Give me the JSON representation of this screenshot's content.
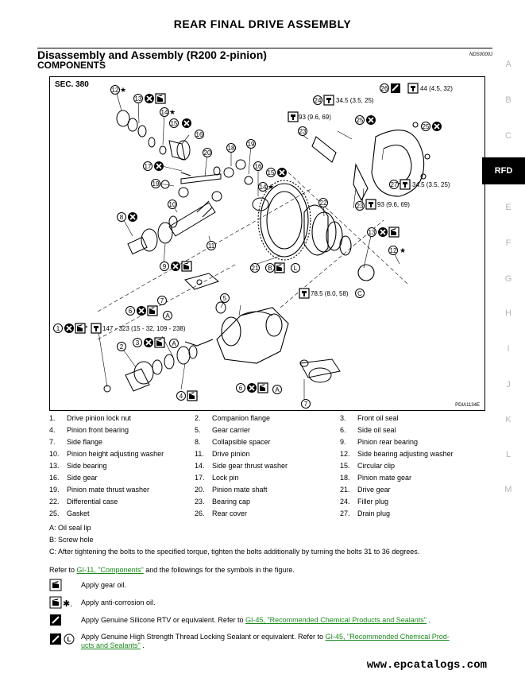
{
  "page": {
    "title": "REAR FINAL DRIVE ASSEMBLY",
    "section_heading": "Disassembly and Assembly (R200 2-pinion)",
    "subheading": "COMPONENTS",
    "doc_code": "NDS0000J",
    "watermark": "www.epcatalogs.com"
  },
  "sidebar": {
    "letters": [
      "A",
      "B",
      "C",
      "RFD",
      "E",
      "F",
      "G",
      "H",
      "I",
      "J",
      "K",
      "L",
      "M"
    ],
    "active": "RFD"
  },
  "figure": {
    "section_label": "SEC. 380",
    "figure_code": "PDIA1134E",
    "torques": {
      "t44": "44 (4.5, 32)",
      "t345a": "34.5 (3.5, 25)",
      "t93a": "93 (9.6, 69)",
      "t345b": "34.5 (3.5, 25)",
      "t93b": "93 (9.6, 69)",
      "t785": "78.5 (8.0, 58)",
      "t147": "147 - 323 (15 - 32, 109 - 238)"
    },
    "callouts": {
      "n1": "1",
      "n2": "2",
      "n3": "3",
      "n4": "4",
      "n5": "5",
      "n6": "6",
      "n7": "7",
      "n8": "8",
      "n9": "9",
      "n10": "10",
      "n11": "11",
      "n12": "12",
      "n13": "13",
      "n14": "14",
      "n15": "15",
      "n16": "16",
      "n17": "17",
      "n18": "18",
      "n19": "19",
      "n20": "20",
      "n21": "21",
      "n22": "22",
      "n23": "23",
      "n24": "24",
      "n25": "25",
      "n26": "26",
      "n27": "27",
      "A": "A",
      "B": "B",
      "L": "L",
      "C": "C"
    }
  },
  "legend": [
    {
      "num": "1.",
      "label": "Drive pinion lock nut"
    },
    {
      "num": "2.",
      "label": "Companion flange"
    },
    {
      "num": "3.",
      "label": "Front oil seal"
    },
    {
      "num": "4.",
      "label": "Pinion front bearing"
    },
    {
      "num": "5.",
      "label": "Gear carrier"
    },
    {
      "num": "6.",
      "label": "Side oil seal"
    },
    {
      "num": "7.",
      "label": "Side flange"
    },
    {
      "num": "8.",
      "label": "Collapsible spacer"
    },
    {
      "num": "9.",
      "label": "Pinion rear bearing"
    },
    {
      "num": "10.",
      "label": "Pinion height adjusting washer"
    },
    {
      "num": "11.",
      "label": "Drive pinion"
    },
    {
      "num": "12.",
      "label": "Side bearing adjusting washer"
    },
    {
      "num": "13.",
      "label": "Side bearing"
    },
    {
      "num": "14.",
      "label": "Side gear thrust washer"
    },
    {
      "num": "15.",
      "label": "Circular clip"
    },
    {
      "num": "16.",
      "label": "Side gear"
    },
    {
      "num": "17.",
      "label": "Lock pin"
    },
    {
      "num": "18.",
      "label": "Pinion mate gear"
    },
    {
      "num": "19.",
      "label": "Pinion mate thrust washer"
    },
    {
      "num": "20.",
      "label": "Pinion mate shaft"
    },
    {
      "num": "21.",
      "label": "Drive gear"
    },
    {
      "num": "22.",
      "label": "Differential case"
    },
    {
      "num": "23.",
      "label": "Bearing cap"
    },
    {
      "num": "24.",
      "label": "Filler plug"
    },
    {
      "num": "25.",
      "label": "Gasket"
    },
    {
      "num": "26.",
      "label": "Rear cover"
    },
    {
      "num": "27.",
      "label": "Drain plug"
    }
  ],
  "notes": {
    "a": "A: Oil seal lip",
    "b": "B: Screw hole",
    "c": "C: After tightening the bolts to the specified torque, tighten the bolts additionally by turning the bolts 31 to 36 degrees."
  },
  "refer": {
    "pre": "Refer to ",
    "link": "GI-11, \"Components\"",
    "post": " and the followings for the symbols in the figure."
  },
  "symbols": [
    {
      "icon": "gear-oil-icon",
      "text": "Apply gear oil."
    },
    {
      "icon": "anti-corrosion-oil-icon",
      "text": "Apply anti-corrosion oil."
    },
    {
      "icon": "silicone-rtv-icon",
      "text": "Apply Genuine Silicone RTV or equivalent. Refer to ",
      "link": "GI-45, \"Recommended Chemical Products and Sealants\"",
      "post": " ."
    },
    {
      "icon": "thread-locking-sealant-icon",
      "text": "Apply Genuine High Strength Thread Locking Sealant or equivalent. Refer to ",
      "link": "GI-45, \"Recommended Chemical Prod-",
      "link2": "ucts and Sealants\"",
      "post": " ."
    }
  ]
}
